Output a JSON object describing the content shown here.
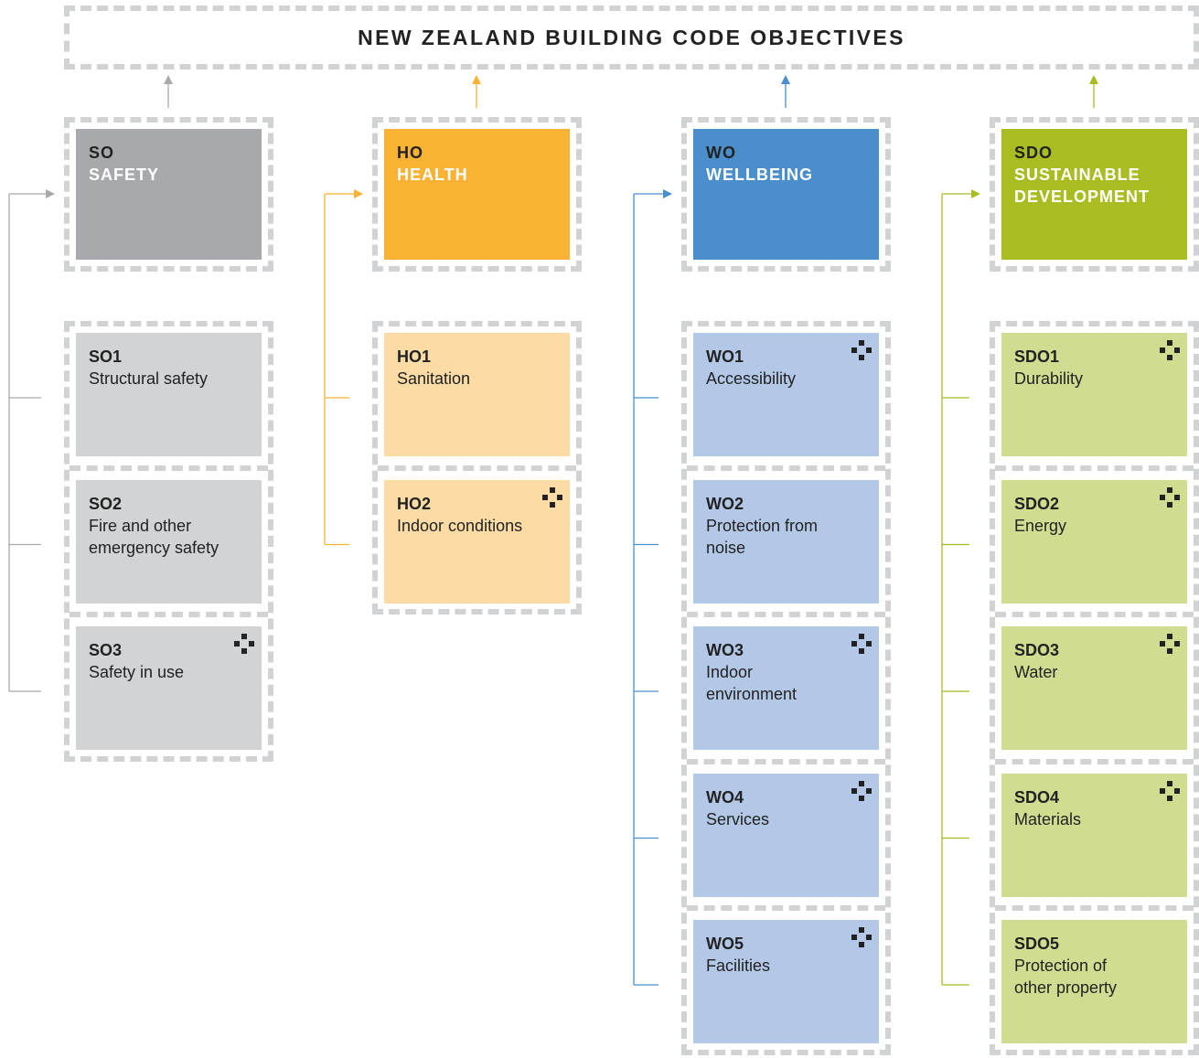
{
  "header": {
    "title": "NEW ZEALAND BUILDING CODE OBJECTIVES"
  },
  "colors": {
    "dashed_border": "#d1d2d3",
    "safety_main": "#a7a9ac",
    "safety_sub": "#d1d3d4",
    "safety_line": "#a7a9ac",
    "health_main": "#f9b233",
    "health_sub": "#fcdba4",
    "health_line": "#f9b233",
    "wellbeing_main": "#4a8ecb",
    "wellbeing_sub": "#b3c8e7",
    "wellbeing_line": "#4a8ecb",
    "sustainable_main": "#a9bc22",
    "sustainable_sub": "#d0dc8f",
    "sustainable_line": "#a9bc22"
  },
  "columns": [
    {
      "id": "safety",
      "code": "SO",
      "title": "SAFETY",
      "items": [
        {
          "code": "SO1",
          "name": "Structural safety",
          "marker": false
        },
        {
          "code": "SO2",
          "name": "Fire and other\nemergency safety",
          "marker": false
        },
        {
          "code": "SO3",
          "name": "Safety in use",
          "marker": true
        }
      ]
    },
    {
      "id": "health",
      "code": "HO",
      "title": "HEALTH",
      "items": [
        {
          "code": "HO1",
          "name": "Sanitation",
          "marker": false
        },
        {
          "code": "HO2",
          "name": "Indoor conditions",
          "marker": true
        }
      ]
    },
    {
      "id": "wellbeing",
      "code": "WO",
      "title": "WELLBEING",
      "items": [
        {
          "code": "WO1",
          "name": "Accessibility",
          "marker": true
        },
        {
          "code": "WO2",
          "name": "Protection from\nnoise",
          "marker": false
        },
        {
          "code": "WO3",
          "name": "Indoor\nenvironment",
          "marker": true
        },
        {
          "code": "WO4",
          "name": "Services",
          "marker": true
        },
        {
          "code": "WO5",
          "name": "Facilities",
          "marker": true
        }
      ]
    },
    {
      "id": "sustainable",
      "code": "SDO",
      "title": "SUSTAINABLE\nDEVELOPMENT",
      "items": [
        {
          "code": "SDO1",
          "name": "Durability",
          "marker": true
        },
        {
          "code": "SDO2",
          "name": "Energy",
          "marker": true
        },
        {
          "code": "SDO3",
          "name": "Water",
          "marker": true
        },
        {
          "code": "SDO4",
          "name": "Materials",
          "marker": true
        },
        {
          "code": "SDO5",
          "name": "Protection of\nother property",
          "marker": false
        }
      ]
    }
  ],
  "icons": {
    "marker": "four-dot-cross-icon",
    "arrow": "arrow-up-icon",
    "arrow_right": "arrow-right-icon"
  }
}
